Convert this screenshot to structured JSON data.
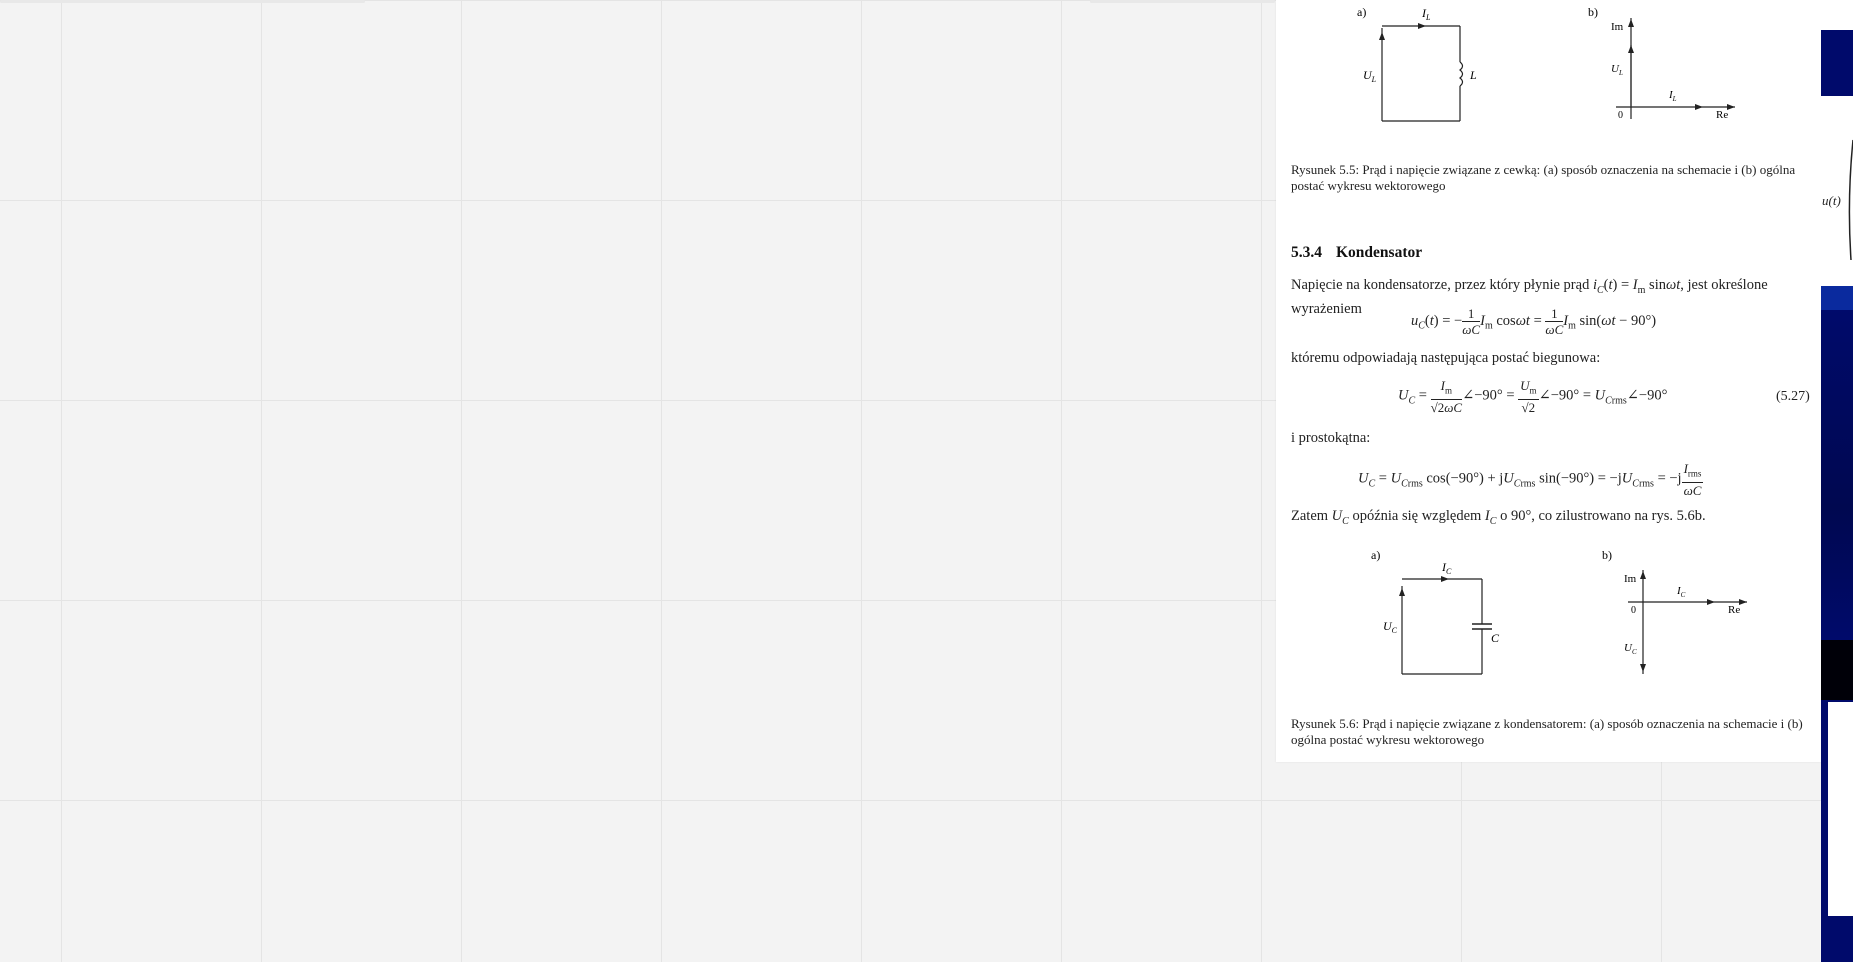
{
  "figure_5_5": {
    "a_label": "a)",
    "b_label": "b)",
    "current_label": "I",
    "current_sub": "L",
    "voltage_label": "U",
    "voltage_sub": "L",
    "inductor_label": "L",
    "im_label": "Im",
    "re_label": "Re",
    "zero_label": "0",
    "caption": "Rysunek 5.5: Prąd i napięcie związane z cewką: (a) sposób oznaczenia na schemacie i (b) ogólna postać wykresu wektorowego"
  },
  "section": {
    "number": "5.3.4",
    "title": "Kondensator"
  },
  "text": {
    "p1": "Napięcie na kondensatorze, przez który płynie prąd i_C(t) = I_m sin ωt, jest określone wyrażeniem",
    "p2": "któremu odpowiadają następująca postać biegunowa:",
    "p3": "i prostokątna:",
    "p4": "Zatem U_C opóźnia się względem I_C o 90°, co zilustrowano na rys. 5.6b."
  },
  "equations": {
    "eq_number": "(5.27)"
  },
  "figure_5_6": {
    "a_label": "a)",
    "b_label": "b)",
    "current_label": "I",
    "current_sub": "C",
    "voltage_label": "U",
    "voltage_sub": "C",
    "capacitor_label": "C",
    "im_label": "Im",
    "re_label": "Re",
    "zero_label": "0",
    "caption": "Rysunek 5.6: Prąd i napięcie związane z kondensatorem: (a) sposób oznaczenia na schemacie i (b) ogólna postać wykresu wektorowego"
  },
  "right_panel": {
    "label": "u(t)"
  },
  "colors": {
    "navy": "#000a6b",
    "blue": "#0a2a9e",
    "black": "#000008"
  }
}
